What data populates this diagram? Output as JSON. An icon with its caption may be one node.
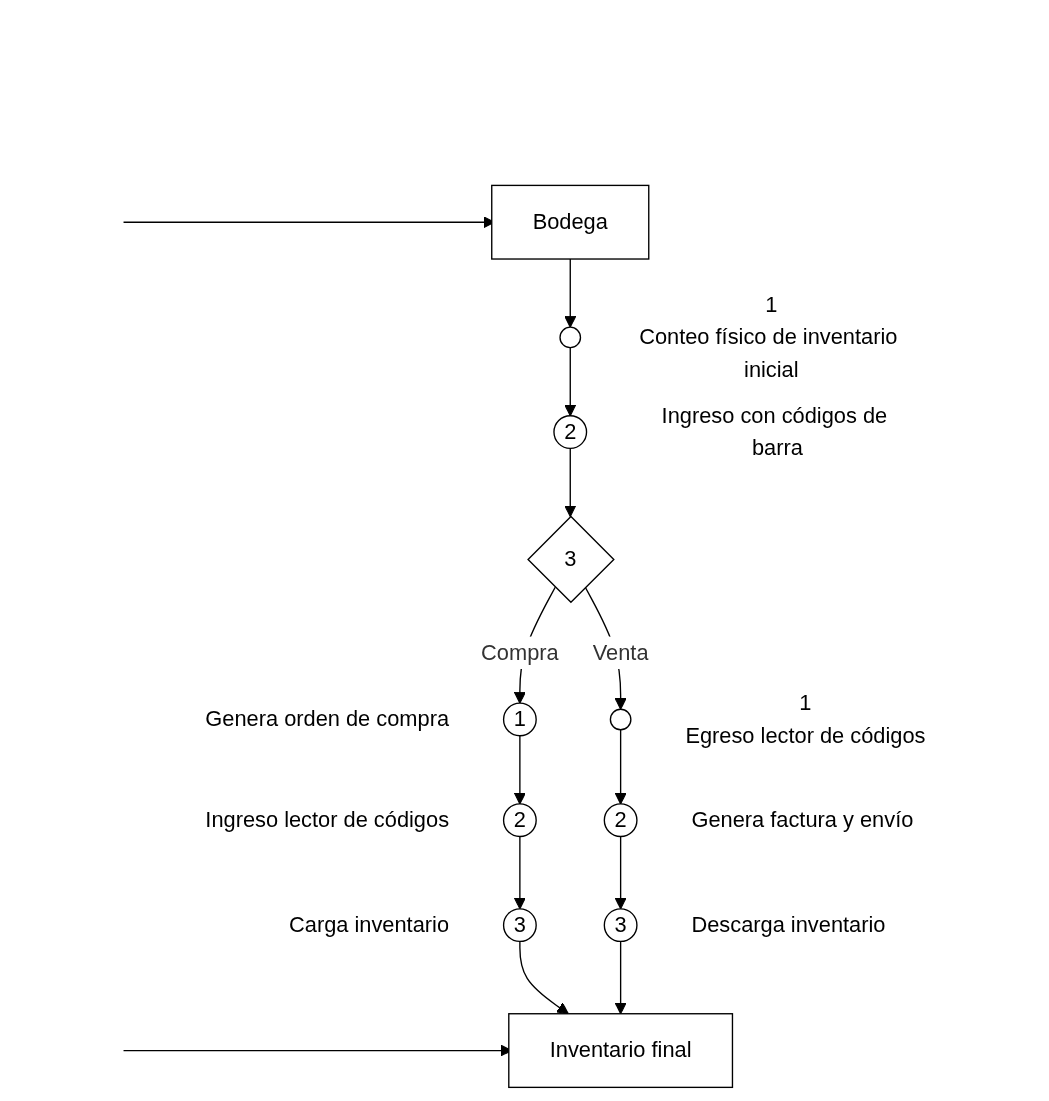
{
  "diagram": {
    "nodes": [
      {
        "text": [
          "Bodega"
        ]
      },
      {
        "text": [],
        "shape": "circle",
        "beside": [
          "1",
          "Conteo físico de inventario inicial"
        ]
      },
      {
        "text": [
          "2"
        ],
        "beside": [
          "Ingreso con códigos de barra"
        ]
      },
      {
        "text": [
          "3"
        ]
      },
      {
        "text": [
          "1"
        ],
        "beside": [
          "Genera orden de compra"
        ]
      },
      {
        "text": [],
        "shape": "circle",
        "beside": [
          "1",
          "Egreso lector de códigos"
        ]
      },
      {
        "text": [
          "2"
        ],
        "beside": [
          "Ingreso lector de códigos"
        ]
      },
      {
        "text": [
          "2"
        ],
        "beside": [
          "Genera factura y envío"
        ]
      },
      {
        "text": [
          "3"
        ],
        "beside": [
          "Carga inventario"
        ]
      },
      {
        "text": [
          "3"
        ],
        "beside": [
          "Descarga inventario"
        ]
      },
      {
        "text": [
          "Inventario final"
        ]
      }
    ],
    "edges": [
      {
        "from": 0,
        "to": 1,
        "arrow": "to"
      },
      {
        "from": 1,
        "to": 2,
        "arrow": "to"
      },
      {
        "from": 2,
        "to": 3,
        "arrow": "to"
      },
      {
        "from": 3,
        "to": 4,
        "arrow": "to",
        "label": "Compra"
      },
      {
        "from": 3,
        "to": 5,
        "arrow": "to",
        "label": "Venta"
      },
      {
        "from": 4,
        "to": 6,
        "arrow": "to"
      },
      {
        "from": 5,
        "to": 7,
        "arrow": "to"
      },
      {
        "from": 6,
        "to": 8,
        "arrow": "to"
      },
      {
        "from": 7,
        "to": 9,
        "arrow": "to"
      },
      {
        "from": 8,
        "to": 10,
        "arrow": "to"
      },
      {
        "from": 9,
        "to": 10,
        "arrow": "to"
      },
      {
        "from": null,
        "to": 10,
        "arrow": "to"
      },
      {
        "from": null,
        "to": 0,
        "arrow": "to"
      }
    ]
  }
}
